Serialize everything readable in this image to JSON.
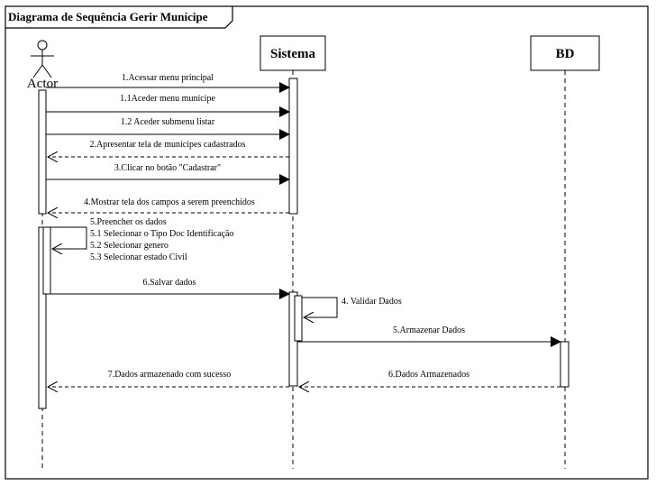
{
  "frame": {
    "title": "Diagrama de Sequência Gerir Munícipe"
  },
  "participants": {
    "actor": "Actor",
    "sistema": "Sistema",
    "bd": "BD"
  },
  "messages": [
    {
      "id": "m1",
      "text": "1.Acessar menu principal"
    },
    {
      "id": "m11",
      "text": "1.1Aceder menu munícipe"
    },
    {
      "id": "m12",
      "text": "1.2 Aceder submenu listar"
    },
    {
      "id": "m2",
      "text": "2.Apresentar tela de munícipes cadastrados"
    },
    {
      "id": "m3",
      "text": "3.Clicar no botão \"Cadastrar\""
    },
    {
      "id": "m4",
      "text": "4.Mostrar tela dos campos a serem preenchidos"
    },
    {
      "id": "m5",
      "text": "5.Preencher os dados"
    },
    {
      "id": "m51",
      "text": "5.1 Selecionar o Tipo Doc Identificação"
    },
    {
      "id": "m52",
      "text": "5.2 Selecionar genero"
    },
    {
      "id": "m53",
      "text": "5.3 Selecionar estado Civil"
    },
    {
      "id": "m6",
      "text": "6.Salvar dados"
    },
    {
      "id": "m4v",
      "text": "4. Validar Dados"
    },
    {
      "id": "m5a",
      "text": "5.Armazenar Dados"
    },
    {
      "id": "m6a",
      "text": "6.Dados Armazenados"
    },
    {
      "id": "m7",
      "text": "7.Dados armazenado com sucesso"
    }
  ]
}
